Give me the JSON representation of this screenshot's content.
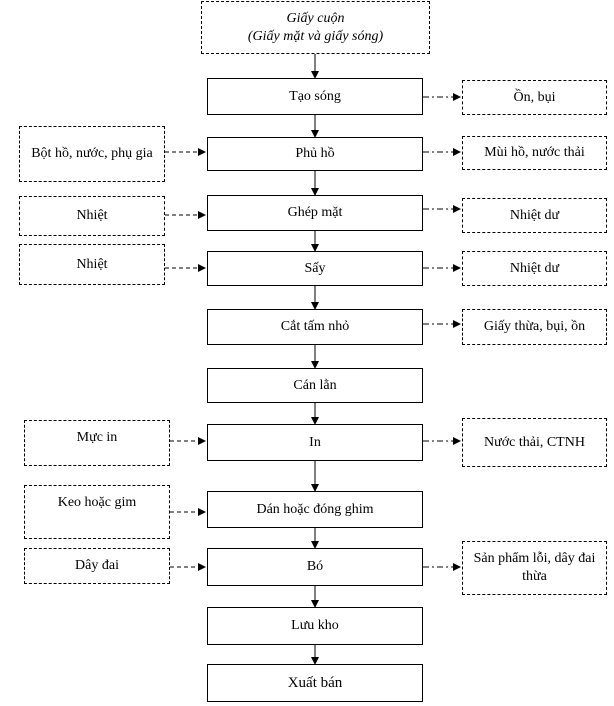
{
  "source": {
    "line1": "Giấy cuộn",
    "line2": "(Giấy mặt và giấy sóng)"
  },
  "steps": [
    "Tạo sóng",
    "Phủ hồ",
    "Ghép mặt",
    "Sấy",
    "Cắt tấm nhỏ",
    "Cán lằn",
    "In",
    "Dán hoặc đóng ghim",
    "Bó",
    "Lưu kho",
    "Xuất bán"
  ],
  "inputs": [
    "Bột hồ, nước, phụ gia",
    "Nhiệt",
    "Nhiệt",
    "Mực in",
    "Keo hoặc gim",
    "Dây đai"
  ],
  "outputs": [
    "Ồn, bụi",
    "Mùi hồ, nước thải",
    "Nhiệt dư",
    "Nhiệt dư",
    "Giấy thừa, bụi, ồn",
    "Nước thải, CTNH",
    "Sản phẩm lỗi, dây đai thừa"
  ]
}
